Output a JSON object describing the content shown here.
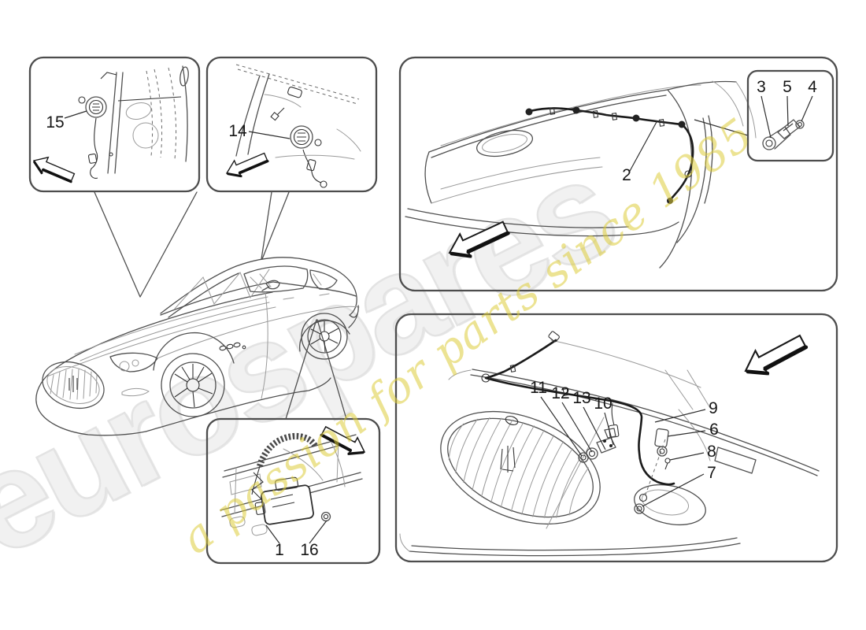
{
  "watermark": {
    "brand": "eurospares",
    "tagline": "a passion for parts since 1985",
    "brand_color": "#f1f1f1",
    "tagline_color": "#ddcc3a"
  },
  "diagram": {
    "line_color": "#4f4f4f",
    "box_border_color": "#4d4d4d",
    "harness_color": "#1b1b1b"
  },
  "callouts": {
    "c1": "1",
    "c2": "2",
    "c3": "3",
    "c4": "4",
    "c5": "5",
    "c6": "6",
    "c7": "7",
    "c8": "8",
    "c9": "9",
    "c10": "10",
    "c11": "11",
    "c12": "12",
    "c13": "13",
    "c14": "14",
    "c15": "15",
    "c16": "16"
  }
}
